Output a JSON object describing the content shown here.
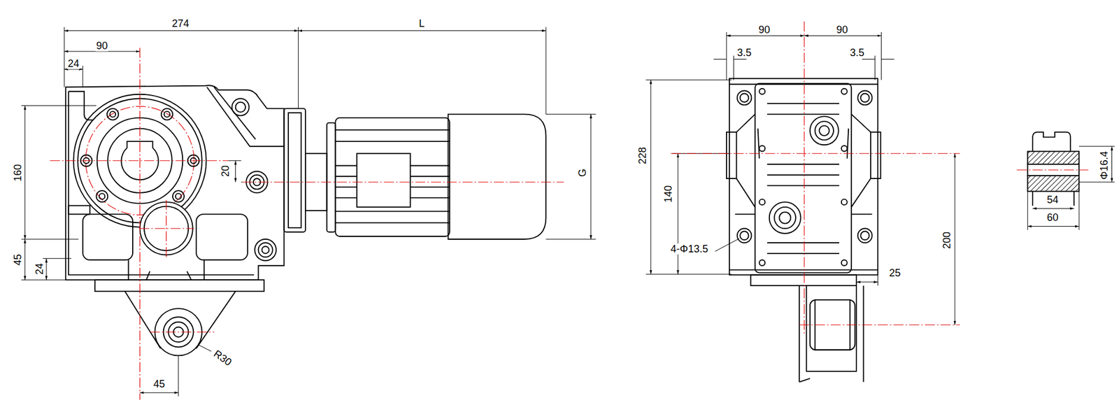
{
  "diagram": {
    "labels": [
      "274",
      "L",
      "90",
      "24",
      "160",
      "20",
      "G",
      "45",
      "24",
      "45",
      "R30",
      "90",
      "90",
      "3.5",
      "3.5",
      "228",
      "140",
      "4-Φ13.5",
      "200",
      "25",
      "Φ16.4",
      "54",
      "60"
    ]
  }
}
